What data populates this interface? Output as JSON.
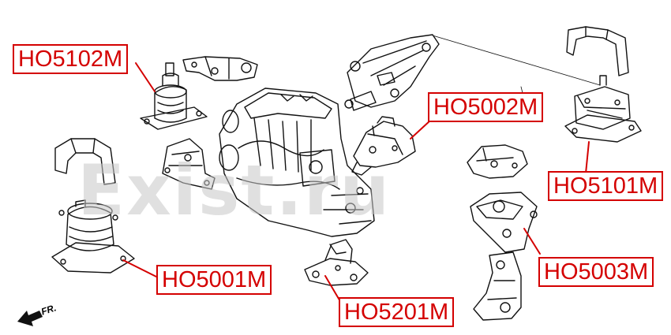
{
  "watermark": "Exist.ru",
  "direction_label": "FR.",
  "colors": {
    "label_border": "#d40000",
    "label_text": "#d40000",
    "line_art": "#111111"
  },
  "parts": [
    {
      "id": "ho5102m",
      "code": "HO5102M"
    },
    {
      "id": "ho5002m",
      "code": "HO5002M"
    },
    {
      "id": "ho5101m",
      "code": "HO5101M"
    },
    {
      "id": "ho5001m",
      "code": "HO5001M"
    },
    {
      "id": "ho5003m",
      "code": "HO5003M"
    },
    {
      "id": "ho5201m",
      "code": "HO5201M"
    }
  ]
}
